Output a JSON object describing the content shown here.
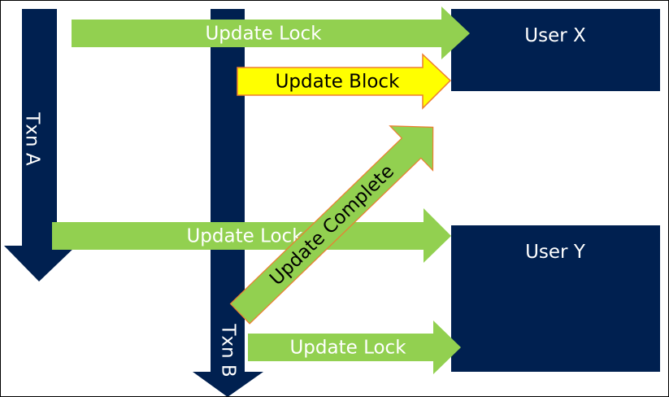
{
  "colors": {
    "navy": "#002050",
    "green": "#92D050",
    "green_stroke": "#7AB23A",
    "yellow": "#FFFF00",
    "yellow_stroke": "#ED7D31",
    "white": "#FFFFFF",
    "black": "#000000"
  },
  "transactions": {
    "txn_a": {
      "label": "Txn A"
    },
    "txn_b": {
      "label": "Txn B"
    }
  },
  "users": {
    "user_x": {
      "label": "User X"
    },
    "user_y": {
      "label": "User Y"
    }
  },
  "arrows": {
    "a_lock_x": {
      "label": "Update Lock"
    },
    "b_block_x": {
      "label": "Update Block"
    },
    "b_complete": {
      "label": "Update Complete"
    },
    "a_lock_y": {
      "label": "Update Lock"
    },
    "b_lock_y": {
      "label": "Update Lock"
    }
  }
}
